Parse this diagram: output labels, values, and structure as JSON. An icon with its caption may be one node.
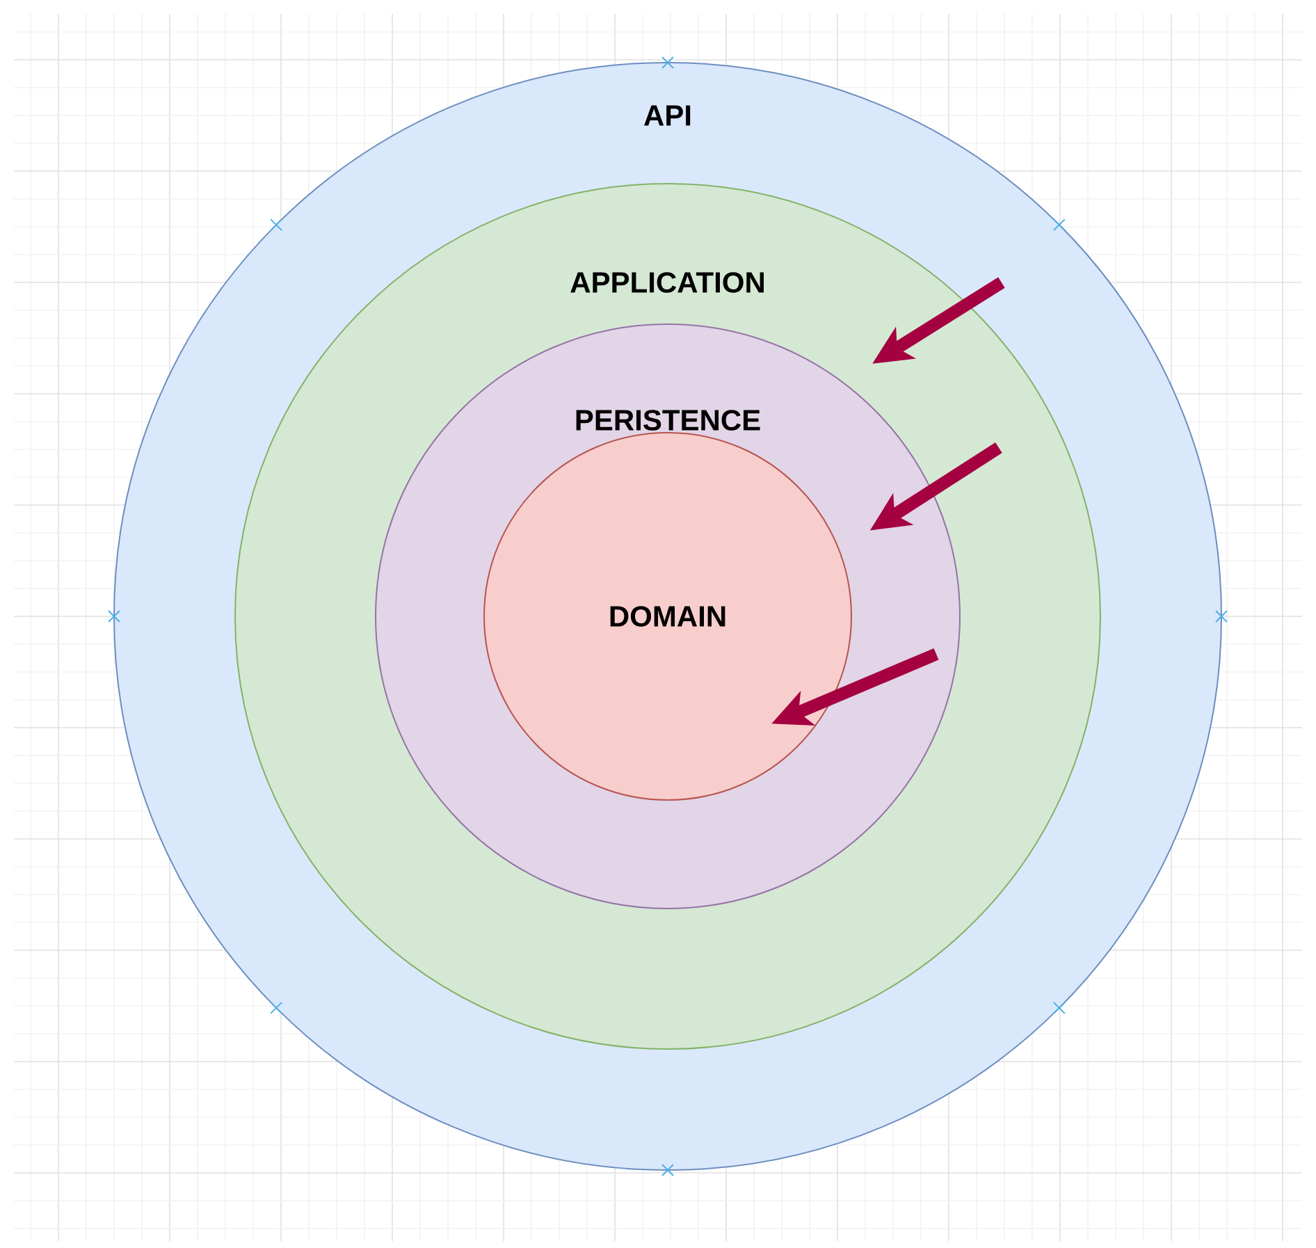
{
  "diagram": {
    "nodes": [
      {
        "text": [
          "API"
        ]
      },
      {
        "text": [
          "APPLICATION"
        ],
        "in": 0
      },
      {
        "text": [
          "PERISTENCE"
        ],
        "in": 1
      },
      {
        "text": [
          "DOMAIN"
        ],
        "in": 2
      }
    ],
    "edges": [
      {
        "from": 0,
        "to": 1,
        "arrow": "to"
      },
      {
        "from": 1,
        "to": 2,
        "arrow": "to"
      },
      {
        "from": 2,
        "to": 3,
        "arrow": "to"
      }
    ]
  }
}
